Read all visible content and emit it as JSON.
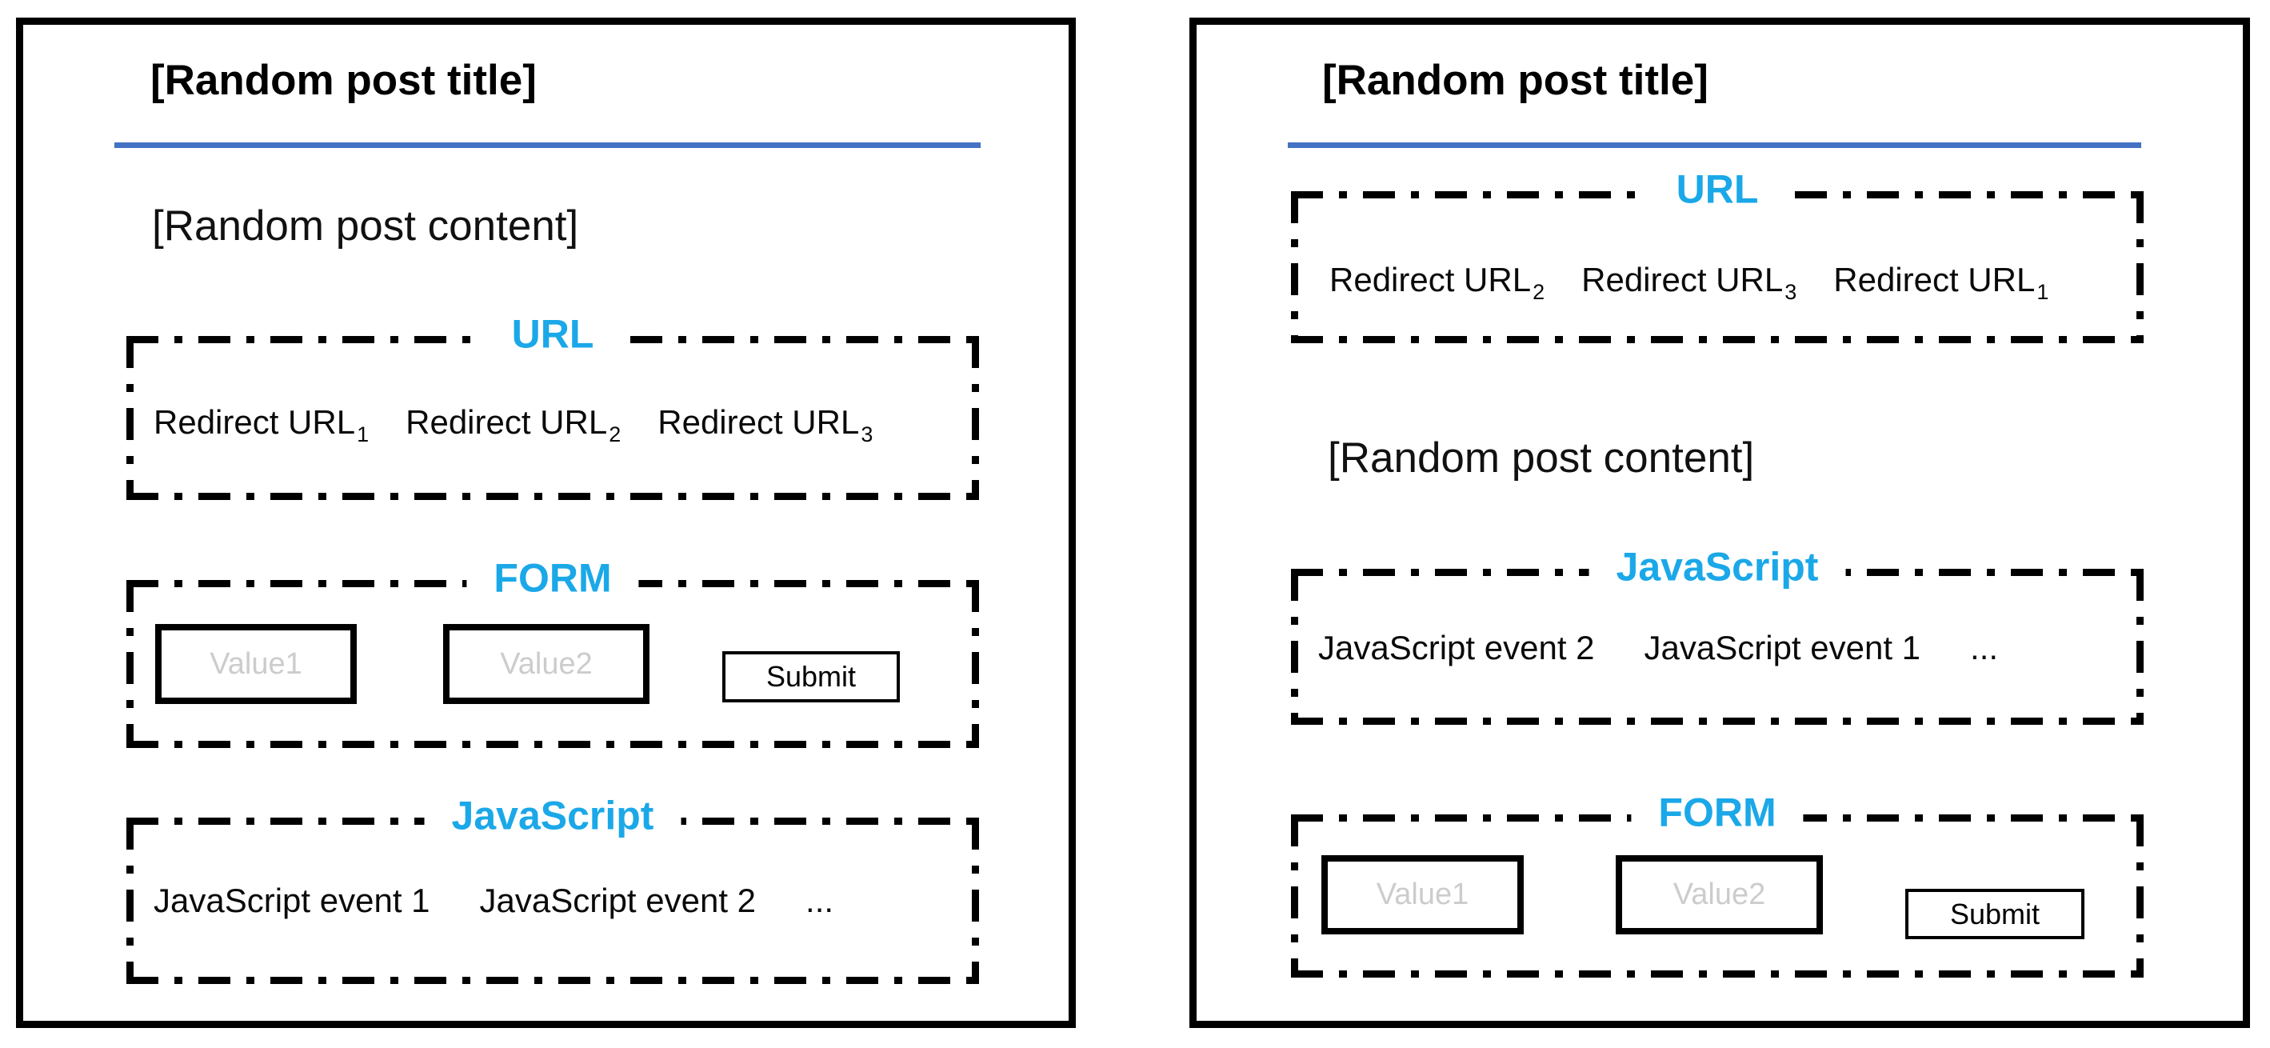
{
  "colors": {
    "section_label_cyan": "#1BA8E8",
    "title_divider_blue": "#4472C4",
    "input_placeholder_gray": "#CCCCCC",
    "border_black": "#000000"
  },
  "panels": [
    {
      "id": "left",
      "title": "[Random post title]",
      "post_content": "[Random post content]",
      "url_section": {
        "label": "URL",
        "links": [
          {
            "text": "Redirect URL",
            "sub": "1"
          },
          {
            "text": "Redirect URL",
            "sub": "2"
          },
          {
            "text": "Redirect URL",
            "sub": "3"
          }
        ]
      },
      "form_section": {
        "label": "FORM",
        "inputs": [
          "Value1",
          "Value2"
        ],
        "submit": "Submit"
      },
      "js_section": {
        "label": "JavaScript",
        "events": [
          "JavaScript event 1",
          "JavaScript event 2",
          "..."
        ]
      }
    },
    {
      "id": "right",
      "title": "[Random post title]",
      "post_content": "[Random post content]",
      "url_section": {
        "label": "URL",
        "links": [
          {
            "text": "Redirect URL",
            "sub": "2"
          },
          {
            "text": "Redirect URL",
            "sub": "3"
          },
          {
            "text": "Redirect URL",
            "sub": "1"
          }
        ]
      },
      "js_section": {
        "label": "JavaScript",
        "events": [
          "JavaScript event 2",
          "JavaScript event 1",
          "..."
        ]
      },
      "form_section": {
        "label": "FORM",
        "inputs": [
          "Value1",
          "Value2"
        ],
        "submit": "Submit"
      }
    }
  ]
}
